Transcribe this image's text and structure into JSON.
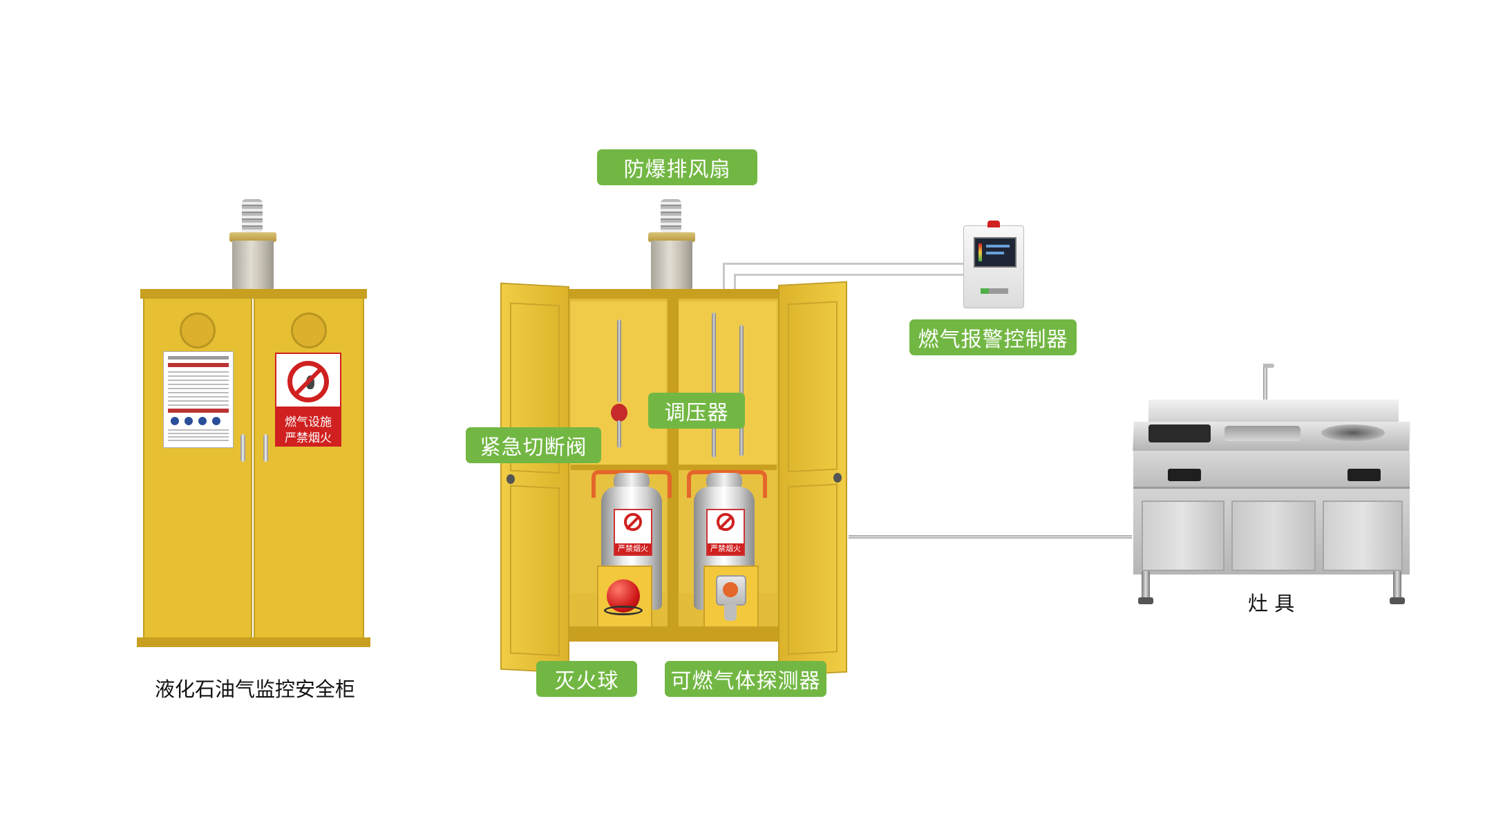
{
  "labels": {
    "fan": "防爆排风扇",
    "alarm_controller": "燃气报警控制器",
    "regulator": "调压器",
    "shutoff_valve": "紧急切断阀",
    "fire_ball": "灭火球",
    "gas_detector": "可燃气体探测器",
    "cabinet_caption": "液化石油气监控安全柜",
    "stove_caption": "灶 具"
  },
  "signs": {
    "warning_line1": "燃气设施",
    "warning_line2": "严禁烟火",
    "cylinder_label": "严禁烟火"
  },
  "colors": {
    "tag_green": "#72b743",
    "cabinet_yellow": "#e6bf33",
    "warning_red": "#d02020"
  }
}
